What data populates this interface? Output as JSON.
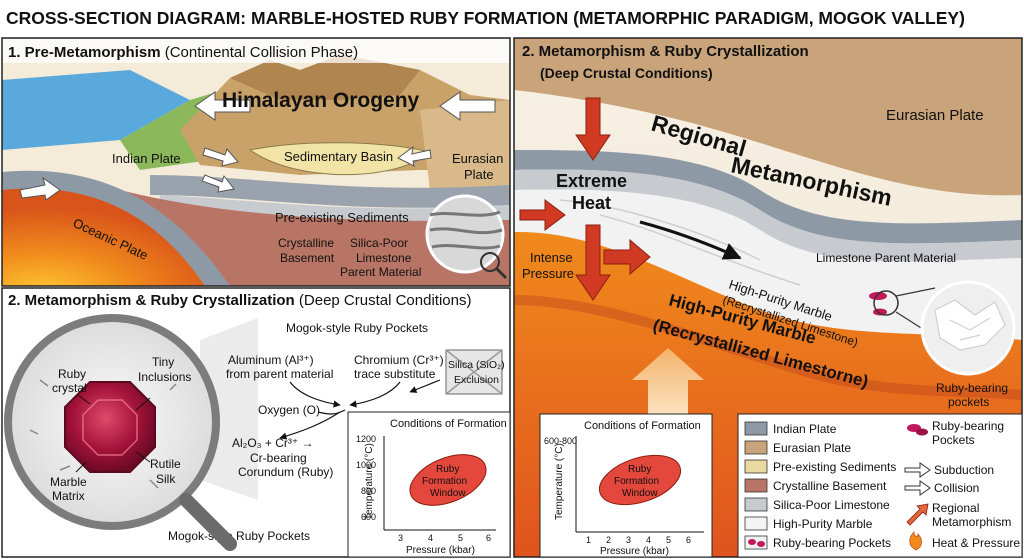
{
  "title": "CROSS-SECTION DIAGRAM: MARBLE-HOSTED RUBY FORMATION (METAMORPHIC PARADIGM, MOGOK VALLEY)",
  "panel1": {
    "heading_bold": "1. Pre-Metamorphism",
    "heading_rest": " (Continental Collision Phase)",
    "labels": {
      "orogeny": "Himalayan Orogeny",
      "indian_plate": "Indian Plate",
      "sedimentary_basin": "Sedimentary Basin",
      "eurasian_plate_1": "Eurasian",
      "eurasian_plate_2": "Plate",
      "oceanic_plate": "Oceanic Plate",
      "pre_existing": "Pre-existing Sediments",
      "crystalline_1": "Crystalline",
      "crystalline_2": "Basement",
      "silica_1": "Silica-Poor",
      "silica_2": "Limestone",
      "silica_3": "Parent Material"
    }
  },
  "panel2": {
    "heading_1": "2. Metamorphism & Ruby Crystallization",
    "heading_2": "(Deep Crustal Conditions)",
    "labels": {
      "eurasian_plate": "Eurasian Plate",
      "regional_1": "Regional",
      "regional_2": "Metamorphism",
      "extreme_1": "Extreme",
      "extreme_2": "Heat",
      "intense_1": "Intense",
      "intense_2": "Pressure",
      "limestone_parent": "Limestone Parent Material",
      "hpm_small_1": "High-Purity Marble",
      "hpm_small_2": "(Recrystallized Limestone)",
      "hpm_big_1": "High-Purity Marble",
      "hpm_big_2": "(Recrystallized Limestorne)",
      "ruby_pockets_1": "Ruby-bearing",
      "ruby_pockets_2": "pockets"
    }
  },
  "panel3": {
    "heading_bold": "2. Metamorphism & Ruby Crystallization",
    "heading_rest": " (Deep Crustal Conditions)",
    "mogok_top": "Mogok-style Ruby Pockets",
    "mogok_bottom": "Mogok-style Ruby Pockets",
    "lens": {
      "ruby_1": "Ruby",
      "ruby_2": "crystal",
      "tiny_1": "Tiny",
      "tiny_2": "Inclusions",
      "rutile_1": "Rutile",
      "rutile_2": "Silk",
      "marble_1": "Marble",
      "marble_2": "Matrix"
    },
    "chem": {
      "aluminum_1": "Aluminum (Al³⁺)",
      "aluminum_2": "from parent material",
      "chromium_1": "Chromium (Cr³⁺)",
      "chromium_2": "trace substitute",
      "silica_1": "Silica (SiO₂)",
      "silica_2": "Exclusion",
      "oxygen": "Oxygen (O)",
      "reaction_1": "Al₂O₃ + Cr³⁺ →",
      "reaction_2": "Cr-bearing",
      "reaction_3": "Corundum (Ruby)"
    }
  },
  "charts": [
    {
      "type": "scatter",
      "title": "Conditions of Formation",
      "xlabel": "Pressure (kbar)",
      "ylabel": "Temperature (°C)",
      "x_ticks": [
        "3",
        "4",
        "5",
        "6"
      ],
      "y_ticks": [
        "1200",
        "1000",
        "800",
        "600"
      ],
      "window_1": "Ruby",
      "window_2": "Formation",
      "window_3": "Window"
    },
    {
      "type": "scatter",
      "title": "Conditions of Formation",
      "xlabel": "Pressure (kbar)",
      "ylabel": "Temperature (°C)",
      "x_ticks": [
        "1",
        "2",
        "3",
        "4",
        "5",
        "6"
      ],
      "y_ticks": [
        "600-800"
      ],
      "window_1": "Ruby",
      "window_2": "Formation",
      "window_3": "Window"
    }
  ],
  "legend": {
    "left": [
      {
        "label": "Indian Plate",
        "color": "#8e99a6"
      },
      {
        "label": "Eurasian Plate",
        "color": "#c9a37a"
      },
      {
        "label": "Pre-existing Sediments",
        "color": "#e9d9a0"
      },
      {
        "label": "Crystalline Basement",
        "color": "#b87565"
      },
      {
        "label": "Silica-Poor Limestone",
        "color": "#c7cbd0"
      },
      {
        "label": "High-Purity Marble",
        "color": "#f3f3f3"
      },
      {
        "label": "Ruby-bearing Pockets",
        "color": "#c2185b"
      }
    ],
    "right": [
      {
        "label_1": "Ruby-bearing",
        "label_2": "Pockets",
        "icon": "ruby-cluster-icon"
      },
      {
        "label_1": "Subduction",
        "label_2": "",
        "icon": "subduction-arrow-icon"
      },
      {
        "label_1": "Collision",
        "label_2": "",
        "icon": "collision-arrow-icon"
      },
      {
        "label_1": "Regional",
        "label_2": "Metamorphism",
        "icon": "metamorphism-arrow-icon"
      },
      {
        "label_1": "Heat & Pressure",
        "label_2": "",
        "icon": "flame-icon"
      }
    ]
  }
}
